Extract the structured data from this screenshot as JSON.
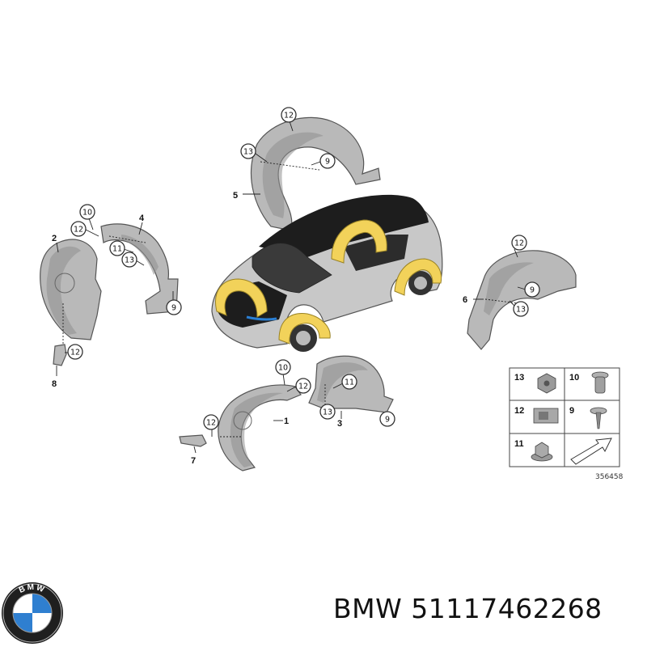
{
  "diagram": {
    "callouts": {
      "c12_top": "12",
      "c13_top": "13",
      "c9_top": "9",
      "c10_left": "10",
      "c12_left": "12",
      "c11_left": "11",
      "c13_left": "13",
      "c9_left": "9",
      "c12_leftbottom": "12",
      "c12_right": "12",
      "c9_right": "9",
      "c13_right": "13",
      "c10_bottom": "10",
      "c12_bottom": "12",
      "c11_bottom": "11",
      "c13_bottom": "13",
      "c9_bottom": "9",
      "c12_bottomleft": "12"
    },
    "part_numbers": {
      "p1": "1",
      "p2": "2",
      "p3": "3",
      "p4": "4",
      "p5": "5",
      "p6": "6",
      "p7": "7",
      "p8": "8"
    },
    "legend": {
      "items": [
        "13",
        "10",
        "12",
        "9",
        "11"
      ],
      "code": "356458"
    }
  },
  "brand": {
    "logo_text": "BMW",
    "caption": "BMW 51117462268"
  },
  "colors": {
    "highlight": "#f2d25a",
    "body_silver": "#c8c8c8",
    "roof_black": "#1d1d1d",
    "accent_blue": "#2a7fd4"
  }
}
